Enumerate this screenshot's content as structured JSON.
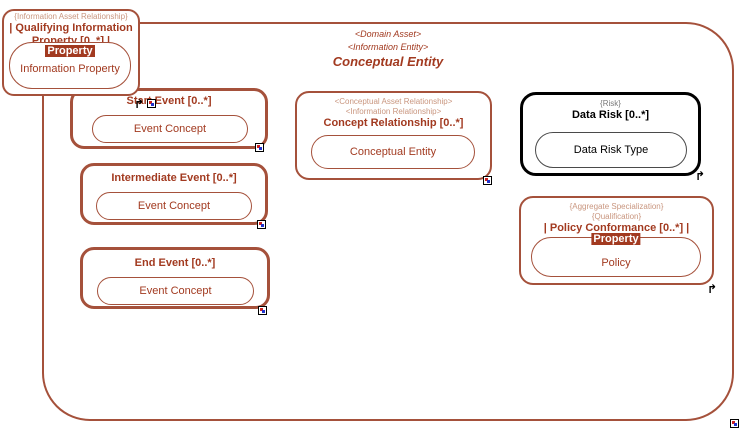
{
  "diagram": {
    "container": {
      "stereotypes": [
        "<Domain Asset>",
        "<Information Entity>"
      ],
      "name": "Conceptual Entity"
    },
    "qualifying_box": {
      "constraint": "{Information Asset Relationship}",
      "name_line1": "| Qualifying Information",
      "name_line2": "Property [0..*] |",
      "chip": "Property",
      "inner": "Information Property"
    },
    "start_event": {
      "name": "Start Event [0..*]",
      "inner": "Event Concept"
    },
    "intermediate_event": {
      "name": "Intermediate Event [0..*]",
      "inner": "Event Concept"
    },
    "end_event": {
      "name": "End Event [0..*]",
      "inner": "Event Concept"
    },
    "concept_relationship": {
      "stereotypes": [
        "<Conceptual Asset Relationship>",
        "<Information Relationship>"
      ],
      "name": "Concept Relationship [0..*]",
      "inner": "Conceptual Entity"
    },
    "data_risk": {
      "constraint": "{Risk}",
      "name": "Data Risk [0..*]",
      "inner": "Data Risk Type"
    },
    "policy_conformance": {
      "constraints": [
        "{Aggregate Specialization}",
        "{Qualification}"
      ],
      "name": "| Policy Conformance [0..*] |",
      "chip": "Property",
      "inner": "Policy"
    },
    "icons": {
      "navigate_arrow": "↱"
    },
    "colors": {
      "brick_border": "#a5513b",
      "brick_text": "#a23a20",
      "light_stereotype": "#c9967f",
      "risk_black": "#000000",
      "gray_constraint": "#7a7a7a"
    }
  }
}
